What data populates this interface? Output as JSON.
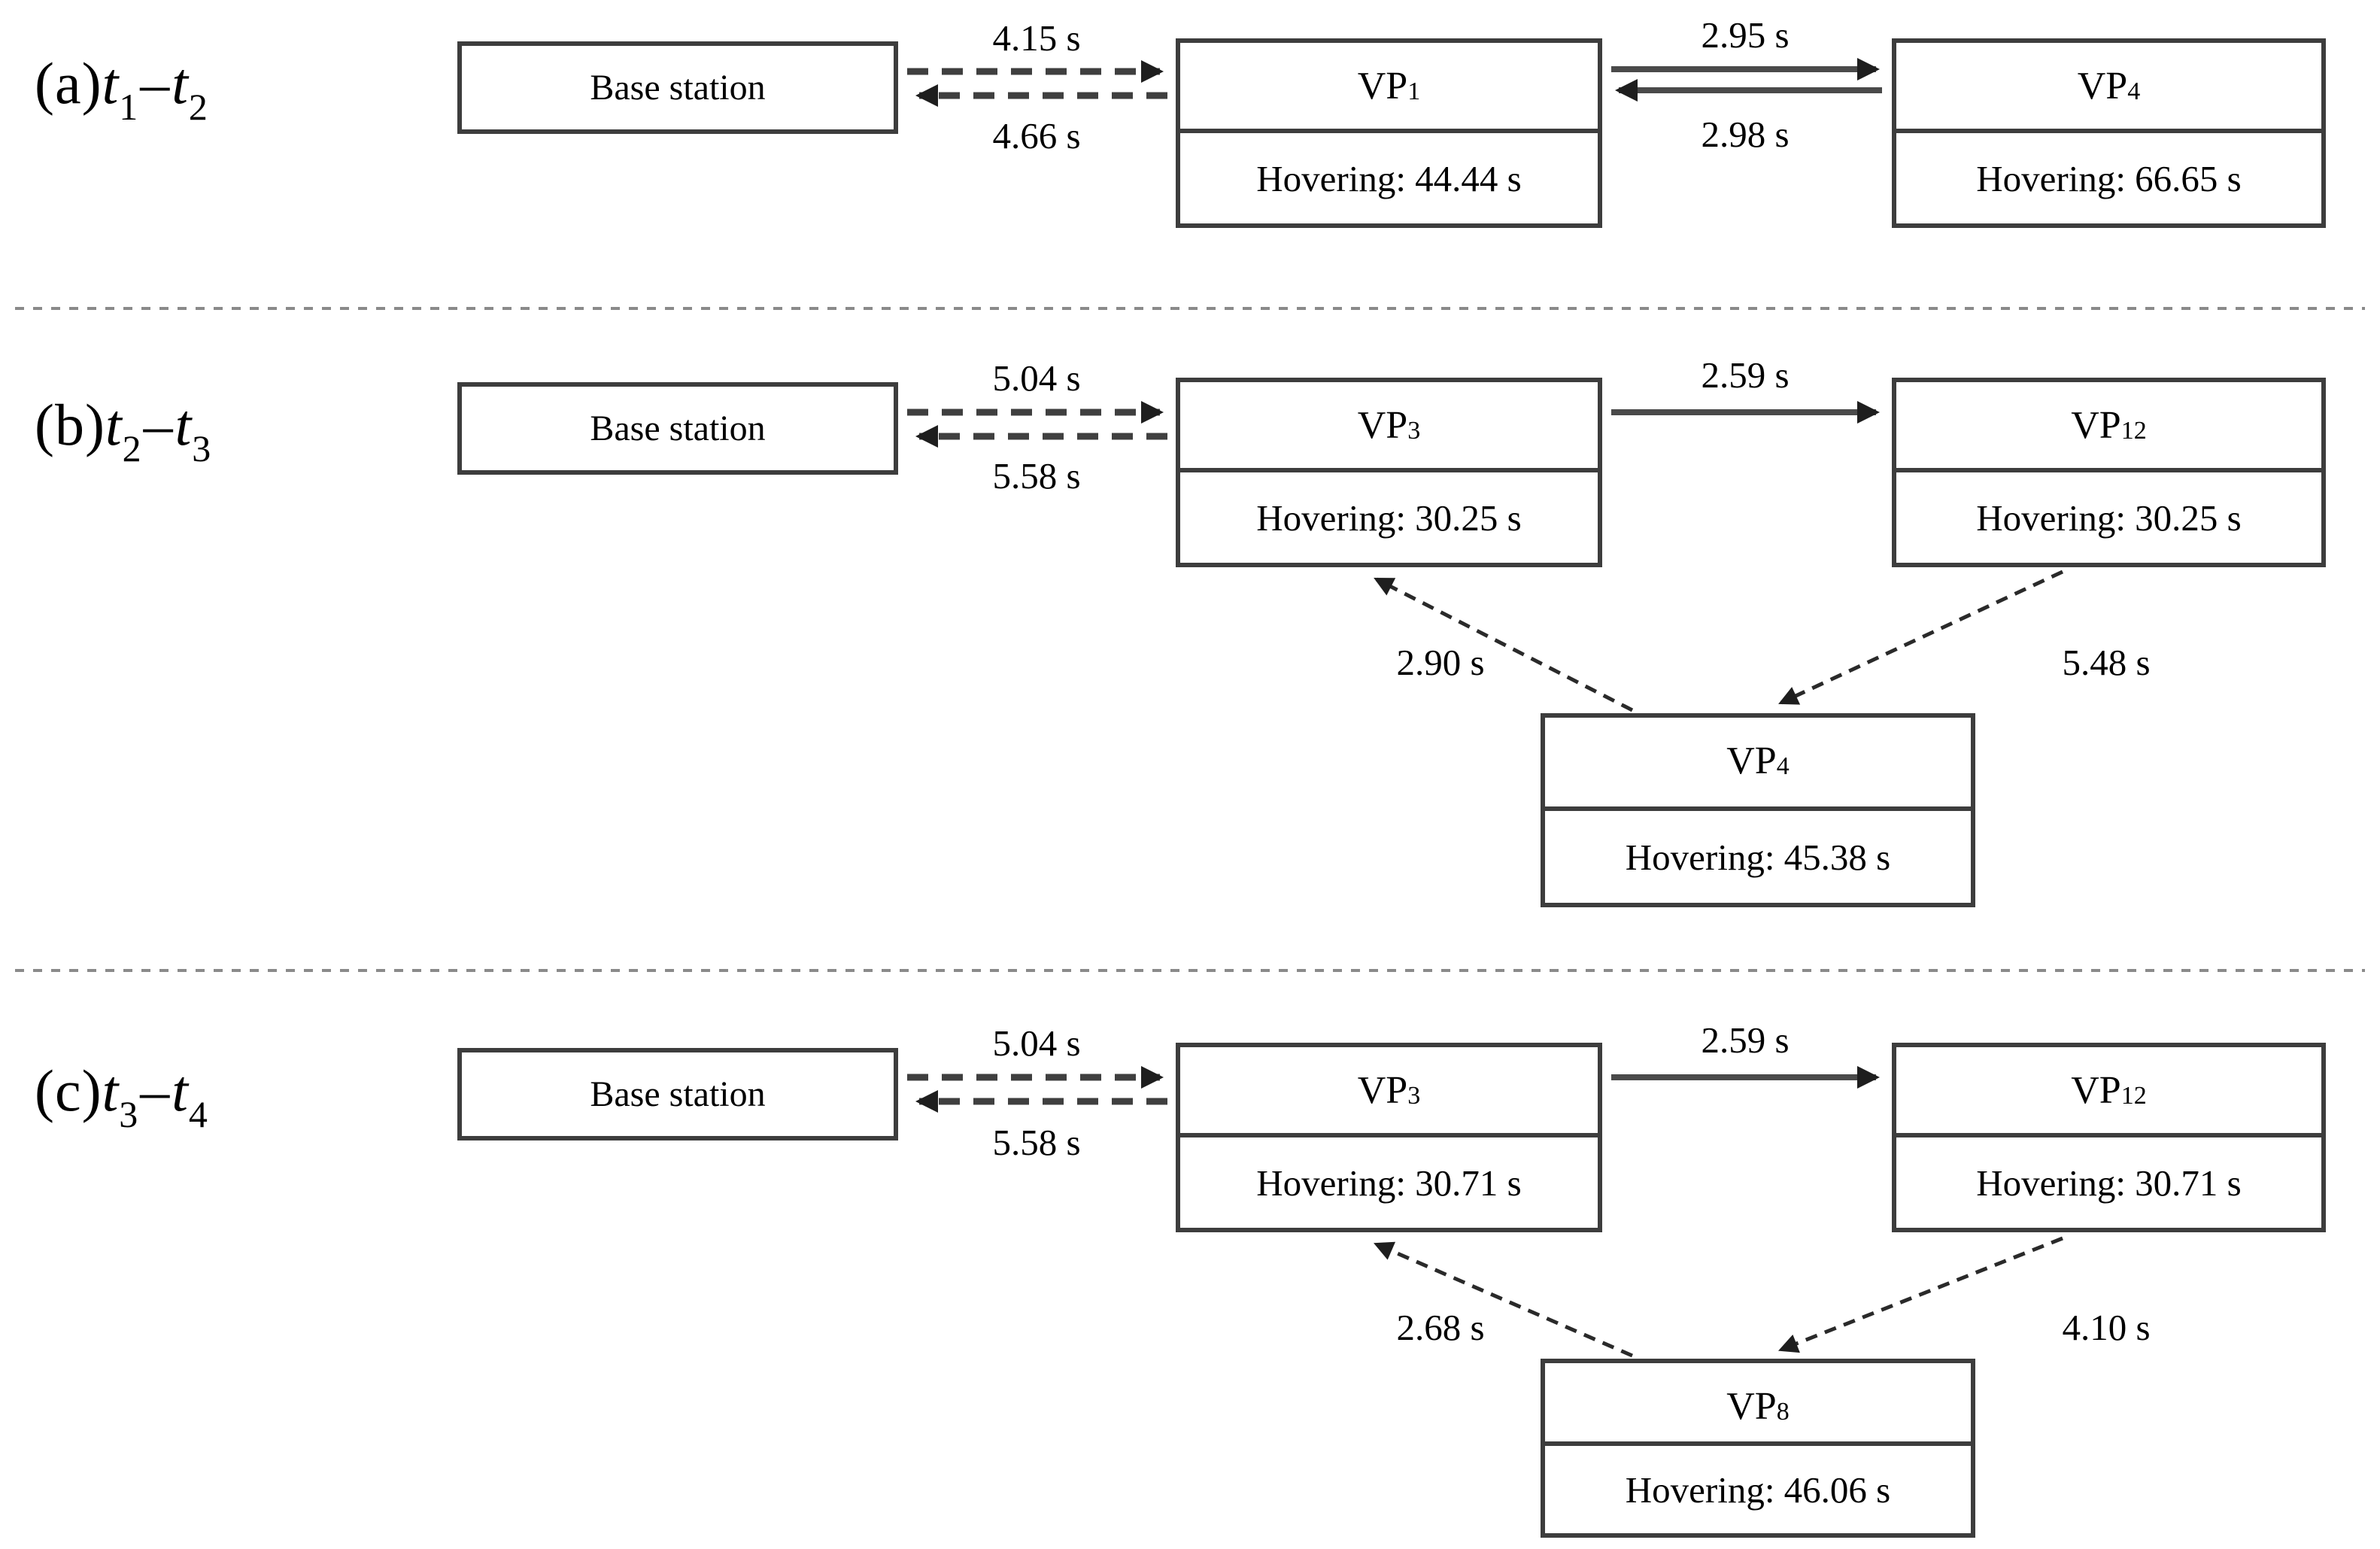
{
  "figure": {
    "colors": {
      "box_border": "#3d3d3d",
      "arrow_line": "#3f3f3f",
      "separator": "#8a8a8a",
      "text": "#000000",
      "background": "#ffffff"
    },
    "panels": [
      {
        "tag": {
          "index": "(a)",
          "t1": "t",
          "t1_sub": "1",
          "dash": "–",
          "t2": "t",
          "t2_sub": "2"
        },
        "base_station": {
          "label": "Base station"
        },
        "base_links": {
          "to_vp_time": "4.15 s",
          "to_base_time": "4.66 s"
        },
        "vp_left": {
          "prefix": "VP",
          "sub": "1",
          "hovering": "Hovering: 44.44 s"
        },
        "vp_right": {
          "prefix": "VP",
          "sub": "4",
          "hovering": "Hovering: 66.65 s"
        },
        "vp_links": {
          "to_right_time": "2.95 s",
          "to_left_time": "2.98 s"
        }
      },
      {
        "tag": {
          "index": "(b)",
          "t1": "t",
          "t1_sub": "2",
          "dash": "–",
          "t2": "t",
          "t2_sub": "3"
        },
        "base_station": {
          "label": "Base station"
        },
        "base_links": {
          "to_vp_time": "5.04 s",
          "to_base_time": "5.58 s"
        },
        "vp_left": {
          "prefix": "VP",
          "sub": "3",
          "hovering": "Hovering: 30.25 s"
        },
        "vp_right": {
          "prefix": "VP",
          "sub": "12",
          "hovering": "Hovering: 30.25 s"
        },
        "vp_links": {
          "to_right_time": "2.59 s"
        },
        "vp_bottom": {
          "prefix": "VP",
          "sub": "4",
          "hovering": "Hovering: 45.38 s"
        },
        "diagonals": {
          "bottom_to_left_time": "2.90 s",
          "right_to_bottom_time": "5.48 s"
        }
      },
      {
        "tag": {
          "index": "(c)",
          "t1": "t",
          "t1_sub": "3",
          "dash": "–",
          "t2": "t",
          "t2_sub": "4"
        },
        "base_station": {
          "label": "Base station"
        },
        "base_links": {
          "to_vp_time": "5.04 s",
          "to_base_time": "5.58 s"
        },
        "vp_left": {
          "prefix": "VP",
          "sub": "3",
          "hovering": "Hovering: 30.71 s"
        },
        "vp_right": {
          "prefix": "VP",
          "sub": "12",
          "hovering": "Hovering: 30.71 s"
        },
        "vp_links": {
          "to_right_time": "2.59 s"
        },
        "vp_bottom": {
          "prefix": "VP",
          "sub": "8",
          "hovering": "Hovering: 46.06 s"
        },
        "diagonals": {
          "bottom_to_left_time": "2.68 s",
          "right_to_bottom_time": "4.10 s"
        }
      }
    ]
  }
}
